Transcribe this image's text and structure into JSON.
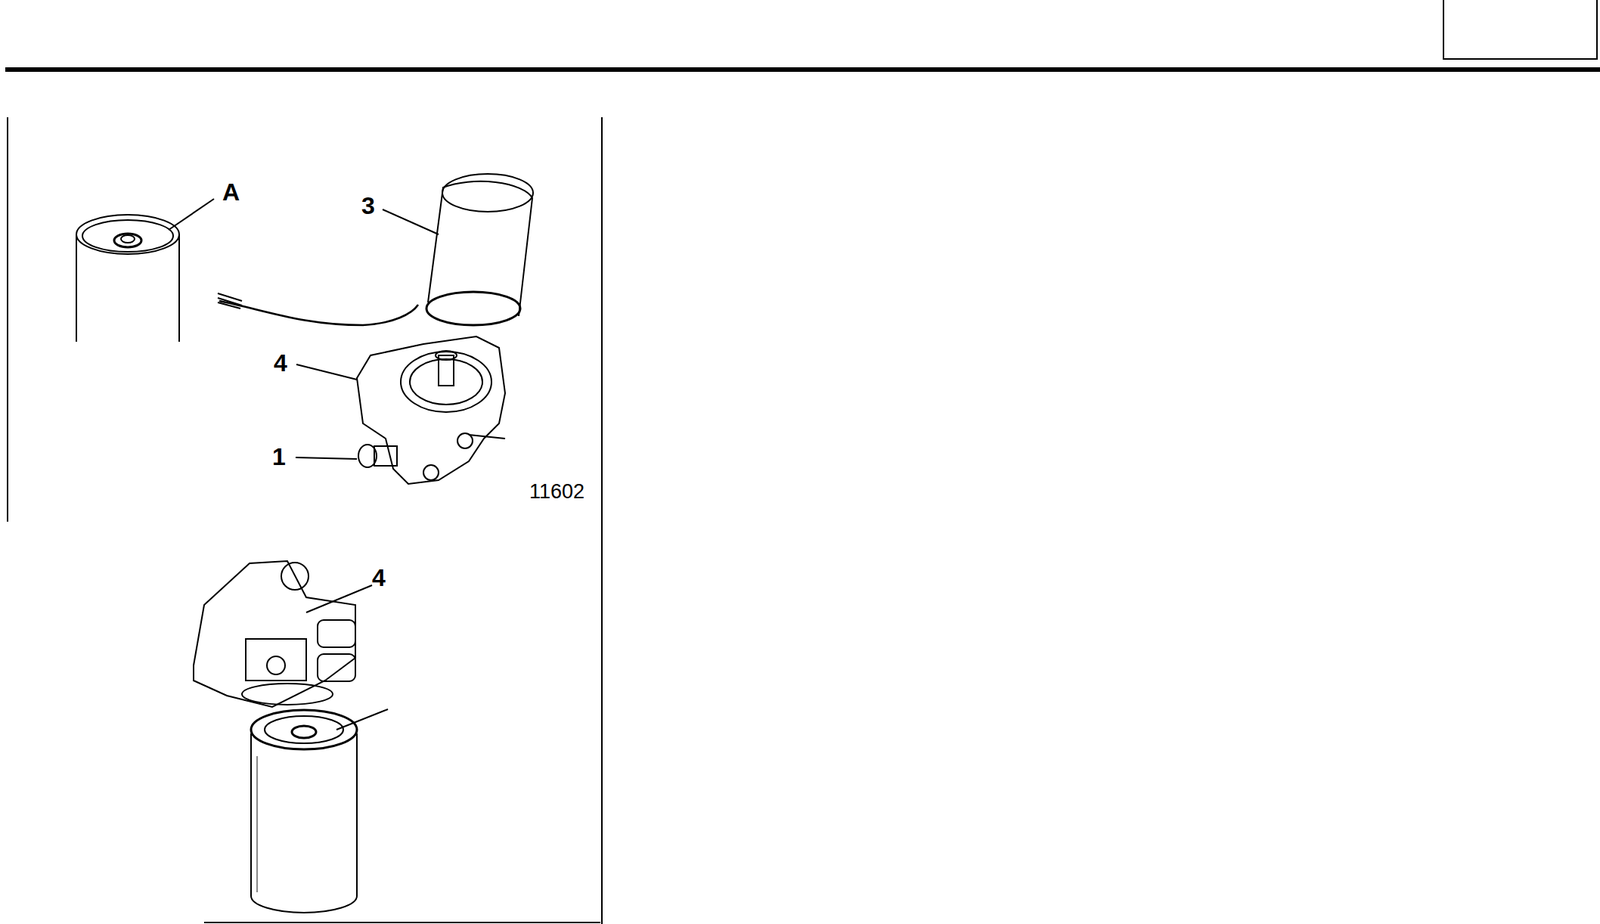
{
  "diagram": {
    "labels": [
      "A",
      "3",
      "4",
      "1",
      "11602",
      "4"
    ]
  }
}
